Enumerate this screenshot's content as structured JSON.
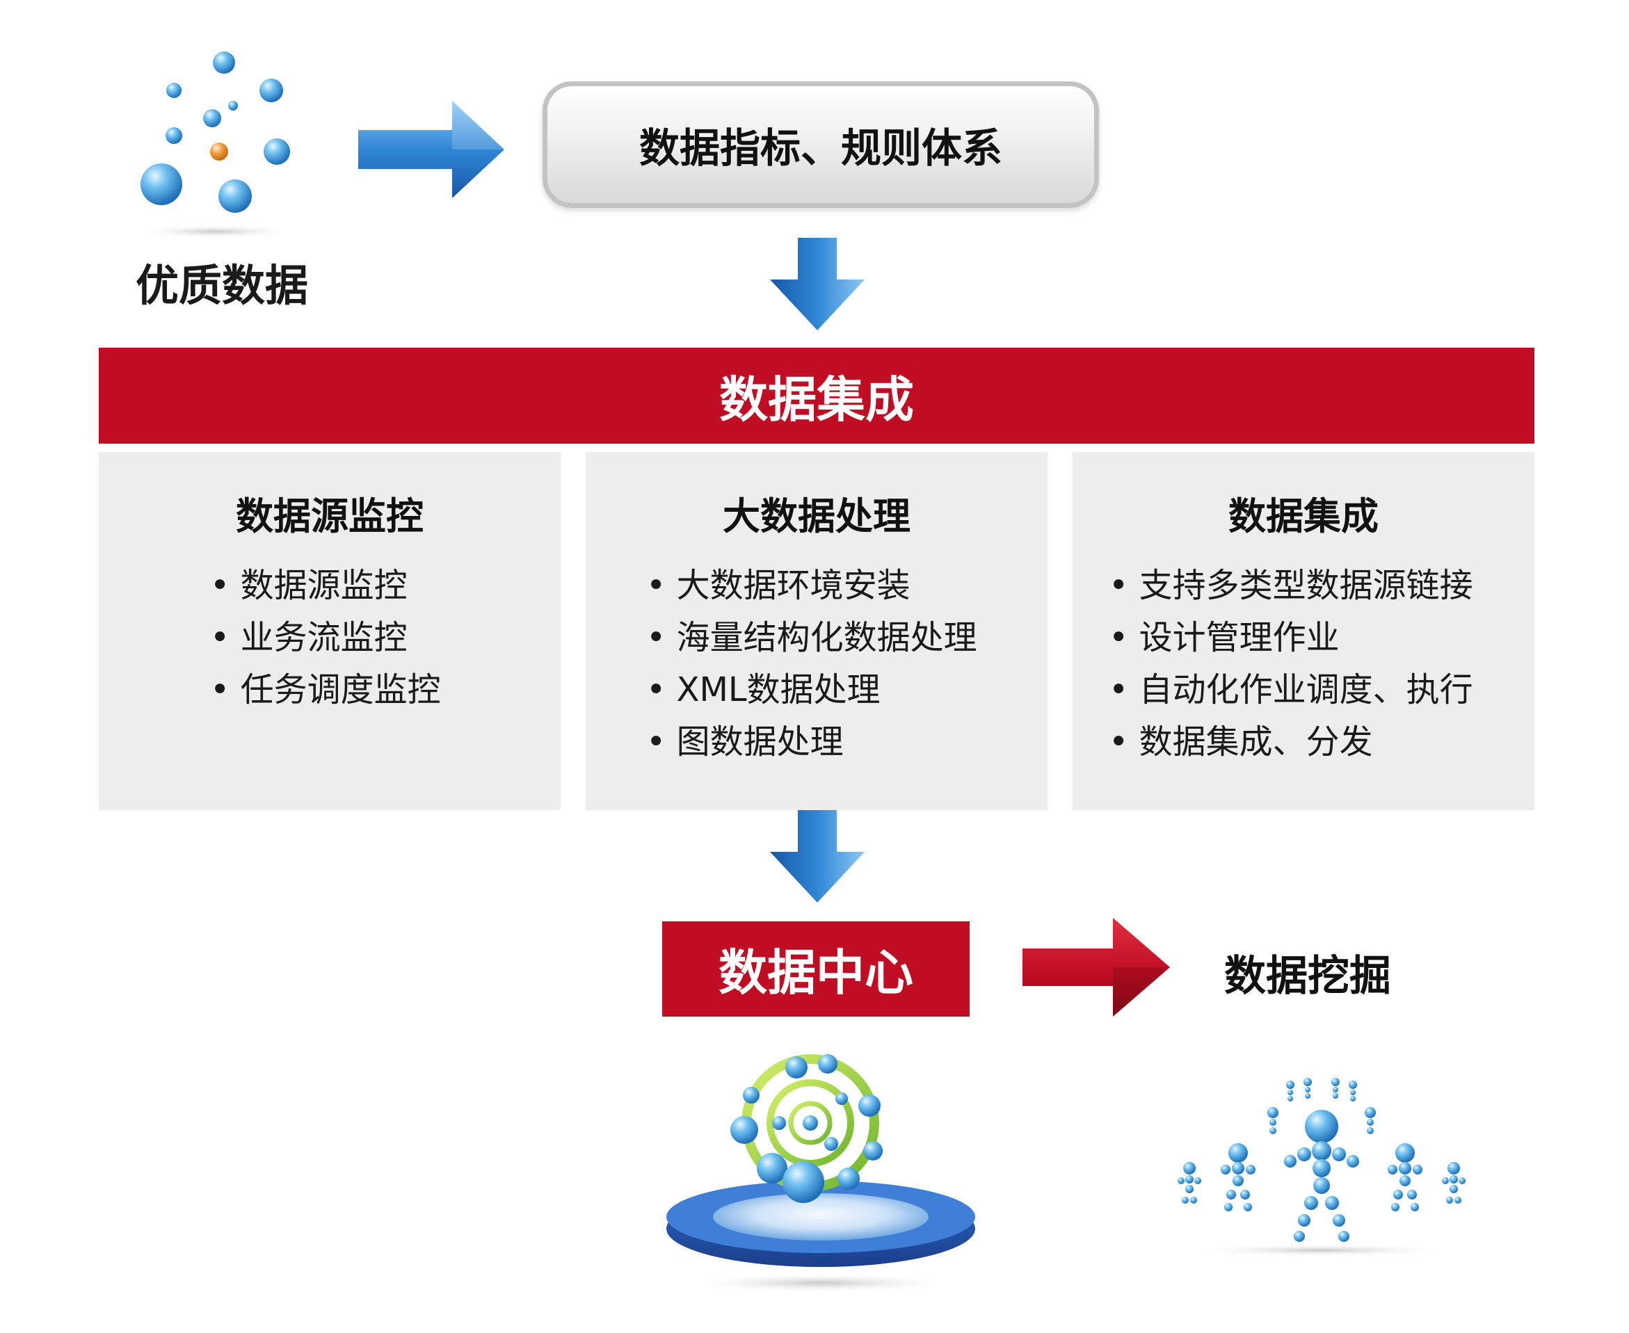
{
  "source": {
    "label": "优质数据"
  },
  "rules_box": {
    "label": "数据指标、规则体系"
  },
  "integration_banner": {
    "label": "数据集成"
  },
  "panels": [
    {
      "title": "数据源监控",
      "items": [
        "数据源监控",
        "业务流监控",
        "任务调度监控"
      ]
    },
    {
      "title": "大数据处理",
      "items": [
        "大数据环境安装",
        "海量结构化数据处理",
        "XML数据处理",
        "图数据处理"
      ]
    },
    {
      "title": "数据集成",
      "items": [
        "支持多类型数据源链接",
        "设计管理作业",
        "自动化作业调度、执行",
        "数据集成、分发"
      ]
    }
  ],
  "data_center": {
    "label": "数据中心"
  },
  "data_mining": {
    "label": "数据挖掘"
  },
  "colors": {
    "accent_red": "#c00d23",
    "arrow_blue": "#2a7fd1",
    "panel_bg": "#ededed"
  }
}
